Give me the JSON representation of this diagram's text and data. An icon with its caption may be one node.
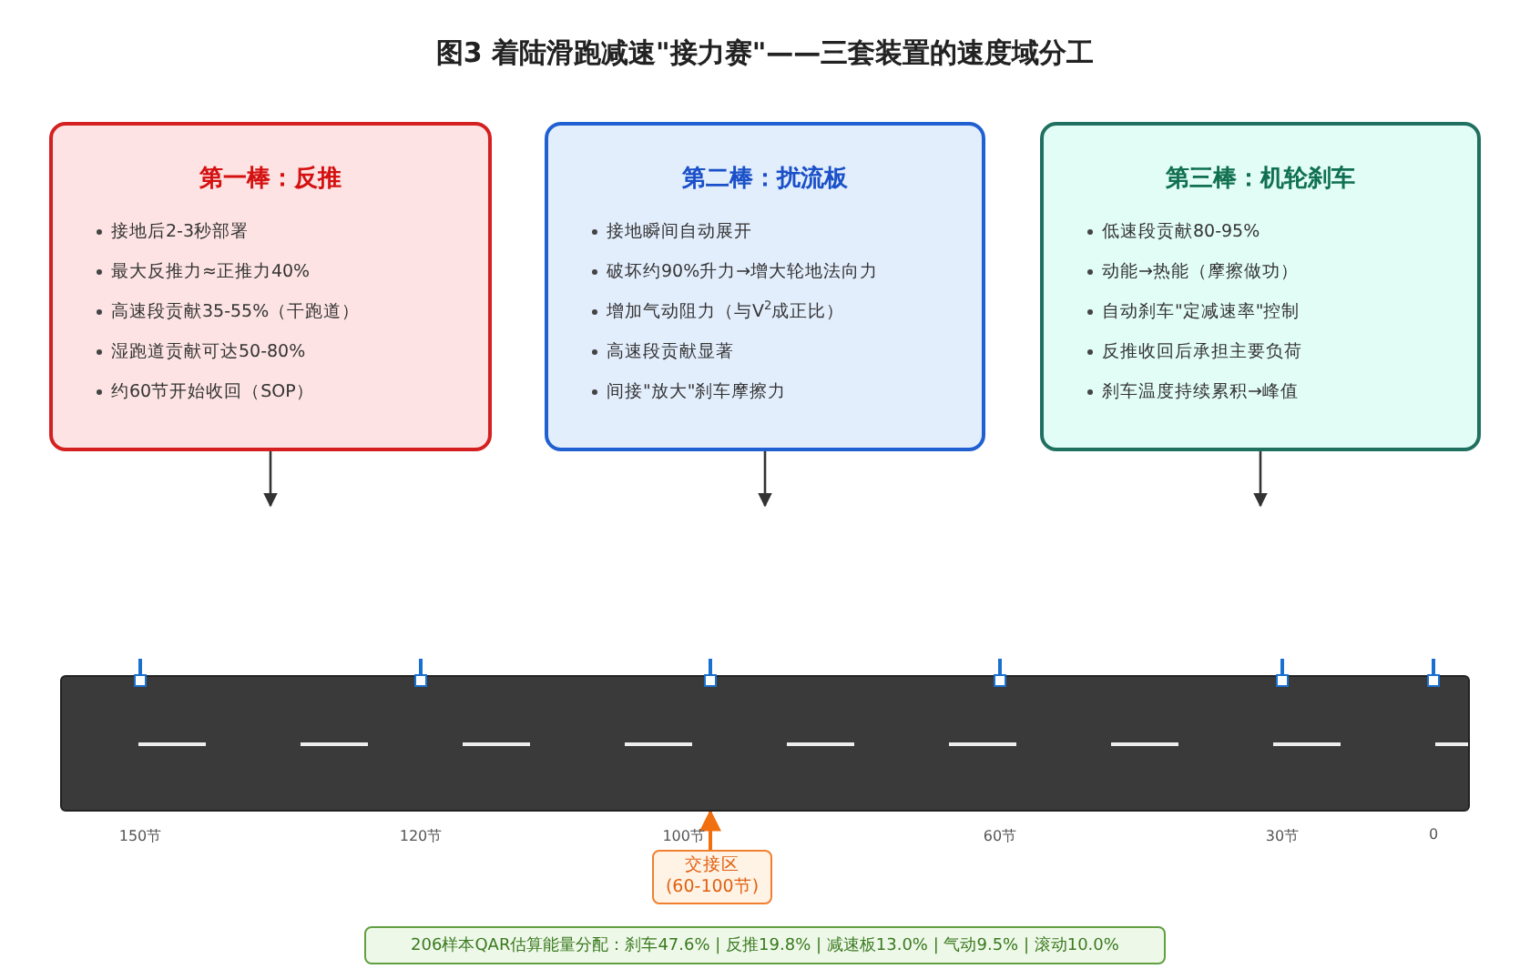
{
  "diagram": {
    "title": "图3 着陆滑跑减速\"接力赛\"——三套装置的速度域分工",
    "nodes": [
      {
        "text": [
          "第一棒：反推",
          "接地后2-3秒部署",
          "最大反推力≈正推力40%",
          "高速段贡献35-55%（干跑道）",
          "湿跑道贡献可达50-80%",
          "约60节开始收回（SOP）"
        ]
      },
      {
        "text": [
          "第二棒：扰流板",
          "接地瞬间自动展开",
          "破坏约90%升力→增大轮地法向力",
          "增加气动阻力（与V$^{2}$成正比）",
          "高速段贡献显著",
          "间接\"放大\"刹车摩擦力"
        ]
      },
      {
        "text": [
          "第三棒：机轮刹车",
          "低速段贡献80-95%",
          "动能→热能（摩擦做功）",
          "自动刹车\"定减速率\"控制",
          "反推收回后承担主要负荷",
          "刹车温度持续累积→峰值"
        ]
      },
      {
        "text": [],
        "shape": "bar"
      },
      {
        "text": [
          "交接区 (60-100节)"
        ]
      },
      {
        "text": [
          "206样本QAR估算能量分配：刹车47.6% | 反推19.8% | 减速板13.0% | 气动9.5% | 滚动10.0%"
        ]
      }
    ],
    "edges": [
      {
        "from": 0,
        "to": null,
        "arrow": "to"
      },
      {
        "from": 1,
        "to": null,
        "arrow": "to"
      },
      {
        "from": 2,
        "to": null,
        "arrow": "to"
      },
      {
        "from": 4,
        "to": 3,
        "arrow": "to",
        "color": "#f07010"
      }
    ],
    "labels": [
      "150节",
      "120节",
      "100节",
      "60节",
      "30节",
      "0"
    ]
  }
}
